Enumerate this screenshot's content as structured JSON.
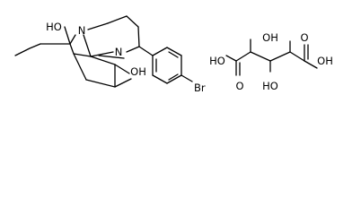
{
  "molecule_1": {
    "labels": {
      "hydroxyl_top": "HO",
      "nitrogen_top": "N",
      "nitrogen_mid": "N",
      "hydroxyl_bottom": "OH",
      "bromine": "Br"
    }
  },
  "molecule_2": {
    "labels": {
      "hydroxyl_top": "OH",
      "acid_left_oh": "HO",
      "acid_right_oh": "OH",
      "carbonyl_left_o": "O",
      "carbonyl_right_o": "O",
      "hydroxyl_bottom": "HO"
    }
  }
}
